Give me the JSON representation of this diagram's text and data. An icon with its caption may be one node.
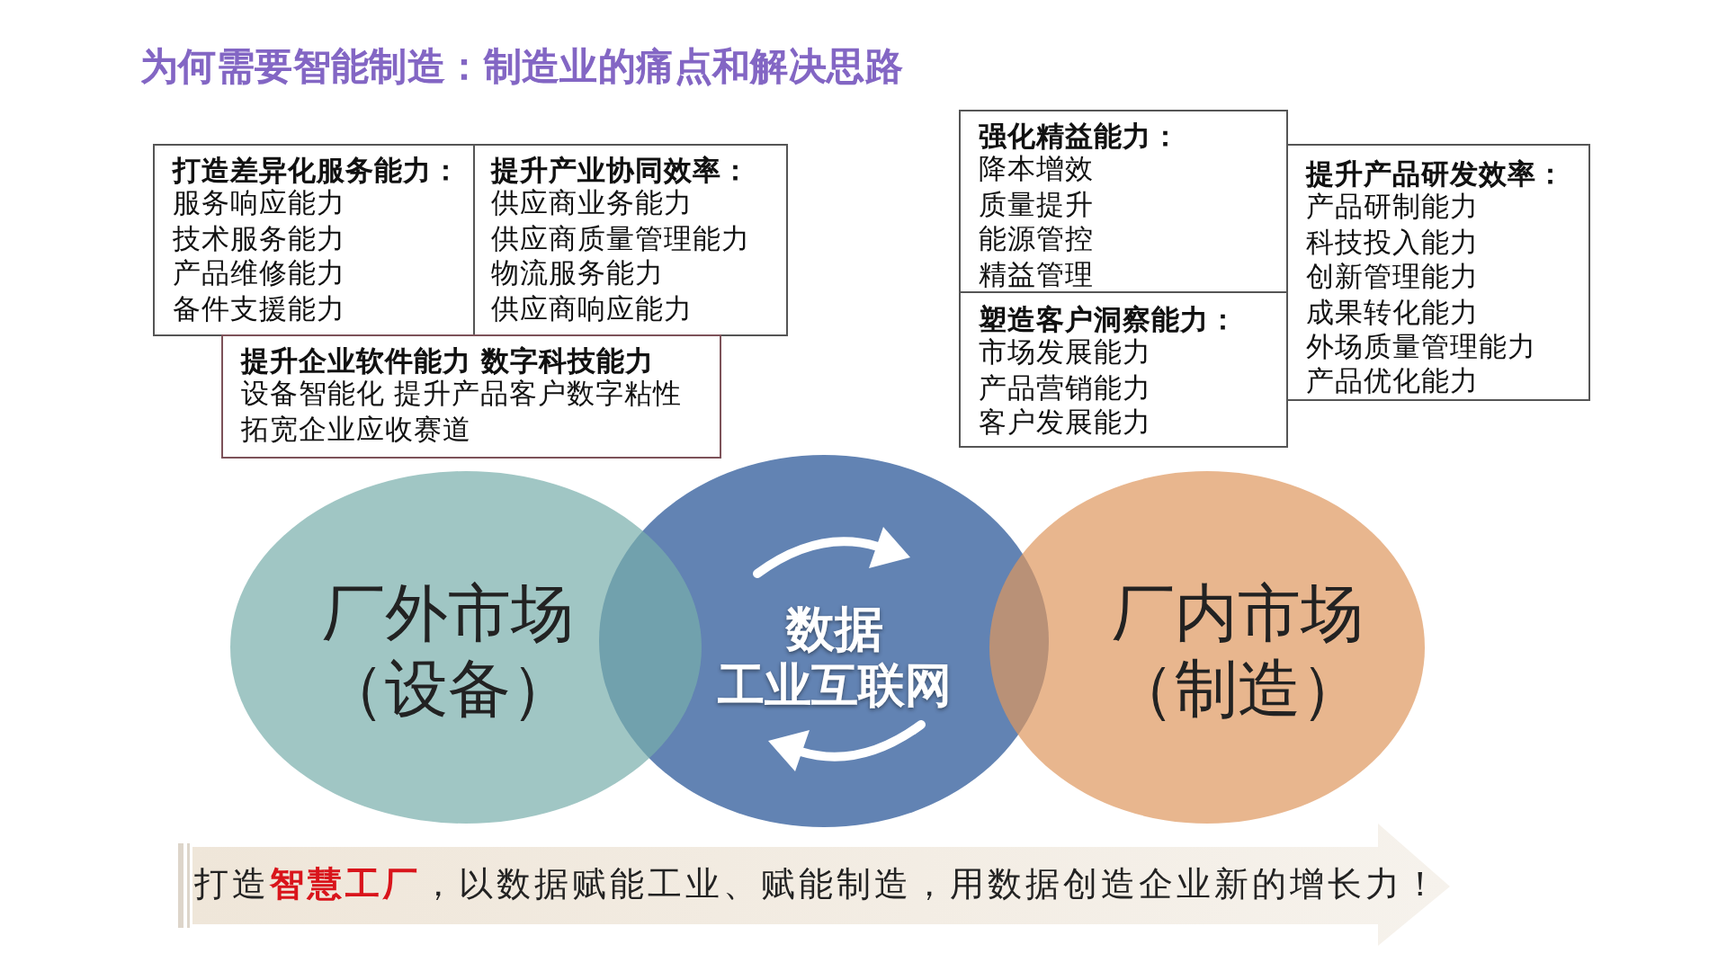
{
  "diagram": {
    "title": "为何需要智能制造：制造业的痛点和解决思路",
    "nodes": [
      {
        "text": [
          "打造差异化服务能力：",
          "服务响应能力",
          "技术服务能力",
          "产品维修能力",
          "备件支援能力"
        ]
      },
      {
        "text": [
          "提升产业协同效率：",
          "供应商业务能力",
          "供应商质量管理能力",
          "物流服务能力",
          "供应商响应能力"
        ]
      },
      {
        "text": [
          "提升企业软件能力 数字科技能力",
          "设备智能化 提升产品客户数字粘性",
          "拓宽企业应收赛道"
        ]
      },
      {
        "text": [
          "强化精益能力：",
          "降本增效",
          "质量提升",
          "能源管控",
          "精益管理"
        ]
      },
      {
        "text": [
          "塑造客户洞察能力：",
          "市场发展能力",
          "产品营销能力",
          "客户发展能力"
        ]
      },
      {
        "text": [
          "提升产品研发效率：",
          "产品研制能力",
          "科技投入能力",
          "创新管理能力",
          "成果转化能力",
          "外场质量管理能力",
          "产品优化能力"
        ]
      },
      {
        "text": [
          "厂外市场",
          "（设备）"
        ]
      },
      {
        "text": [
          "数据",
          "工业互联网"
        ]
      },
      {
        "text": [
          "厂内市场",
          "（制造）"
        ]
      },
      {
        "text": [
          "打造**智慧工厂**，以数据赋能工业、赋能制造，用数据创造企业新的增长力！"
        ]
      }
    ]
  }
}
